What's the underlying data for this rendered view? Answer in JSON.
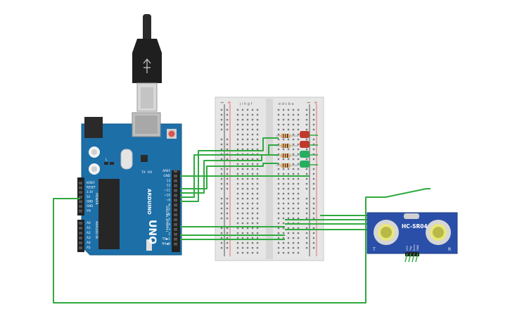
{
  "arduino": {
    "brand": "ARDUINO",
    "model": "UNO",
    "section_digital": "DIGITAL (PWM~)",
    "section_analog": "ANALOG IN",
    "section_power": "POWER",
    "label_tx": "TX",
    "label_rx": "RX",
    "label_l": "L",
    "digital_pins": [
      "AREF",
      "GND",
      "13",
      "12",
      "~11",
      "~10",
      "~9",
      "8",
      "7",
      "~6",
      "~5",
      "4",
      "~3",
      "2",
      "TX▶1",
      "RX◀0"
    ],
    "power_pins": [
      "IOREF",
      "RESET",
      "3.3V",
      "5V",
      "GND",
      "GND",
      "Vin"
    ],
    "analog_pins": [
      "A0",
      "A1",
      "A2",
      "A3",
      "A4",
      "A5"
    ]
  },
  "breadboard": {
    "col_letters_left": "j i h g f",
    "col_letters_right": "e d c b a",
    "rail_minus": "−",
    "rail_plus": "+"
  },
  "leds": [
    {
      "color": "red",
      "hex": "#c0392b"
    },
    {
      "color": "red",
      "hex": "#c0392b"
    },
    {
      "color": "green",
      "hex": "#27ae60"
    },
    {
      "color": "green",
      "hex": "#27ae60"
    }
  ],
  "sensor": {
    "model": "HC-SR04",
    "label_t": "T",
    "label_r": "R",
    "pins": [
      "VCC",
      "Trig",
      "Echo",
      "GND"
    ]
  },
  "colors": {
    "board_blue": "#1d6fa8",
    "breadboard": "#e6e6e6",
    "wire": "#2faa3f",
    "sensor_blue": "#2a4fa8"
  }
}
